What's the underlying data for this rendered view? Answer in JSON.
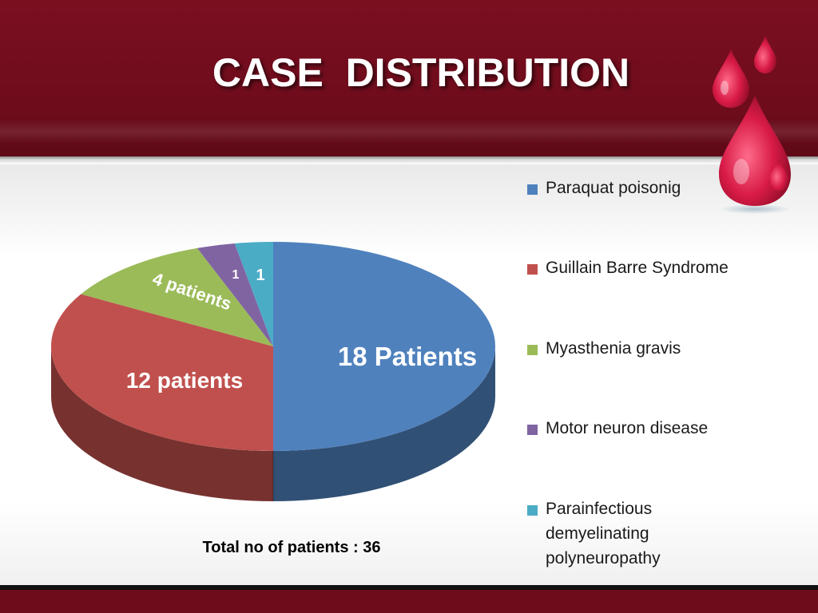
{
  "slide": {
    "title": "CASE  DISTRIBUTION",
    "total_text": "Total no of patients : 36",
    "colors": {
      "header": "#6e0c1c",
      "footer": "#6e0c1c"
    }
  },
  "chart_data": {
    "type": "pie",
    "title": "",
    "legend_position": "right",
    "categories": [
      "Paraquat poisonig",
      "Guillain Barre Syndrome",
      "Myasthenia gravis",
      "Motor neuron disease",
      "Parainfectious demyelinating polyneuropathy"
    ],
    "values": [
      18,
      12,
      4,
      1,
      1
    ],
    "data_labels": [
      "18 Patients",
      "12 patients",
      "4 patients",
      "1",
      "1"
    ],
    "colors": [
      "#4f81bd",
      "#c0504d",
      "#9bbb59",
      "#8064a2",
      "#4bacc6"
    ]
  }
}
